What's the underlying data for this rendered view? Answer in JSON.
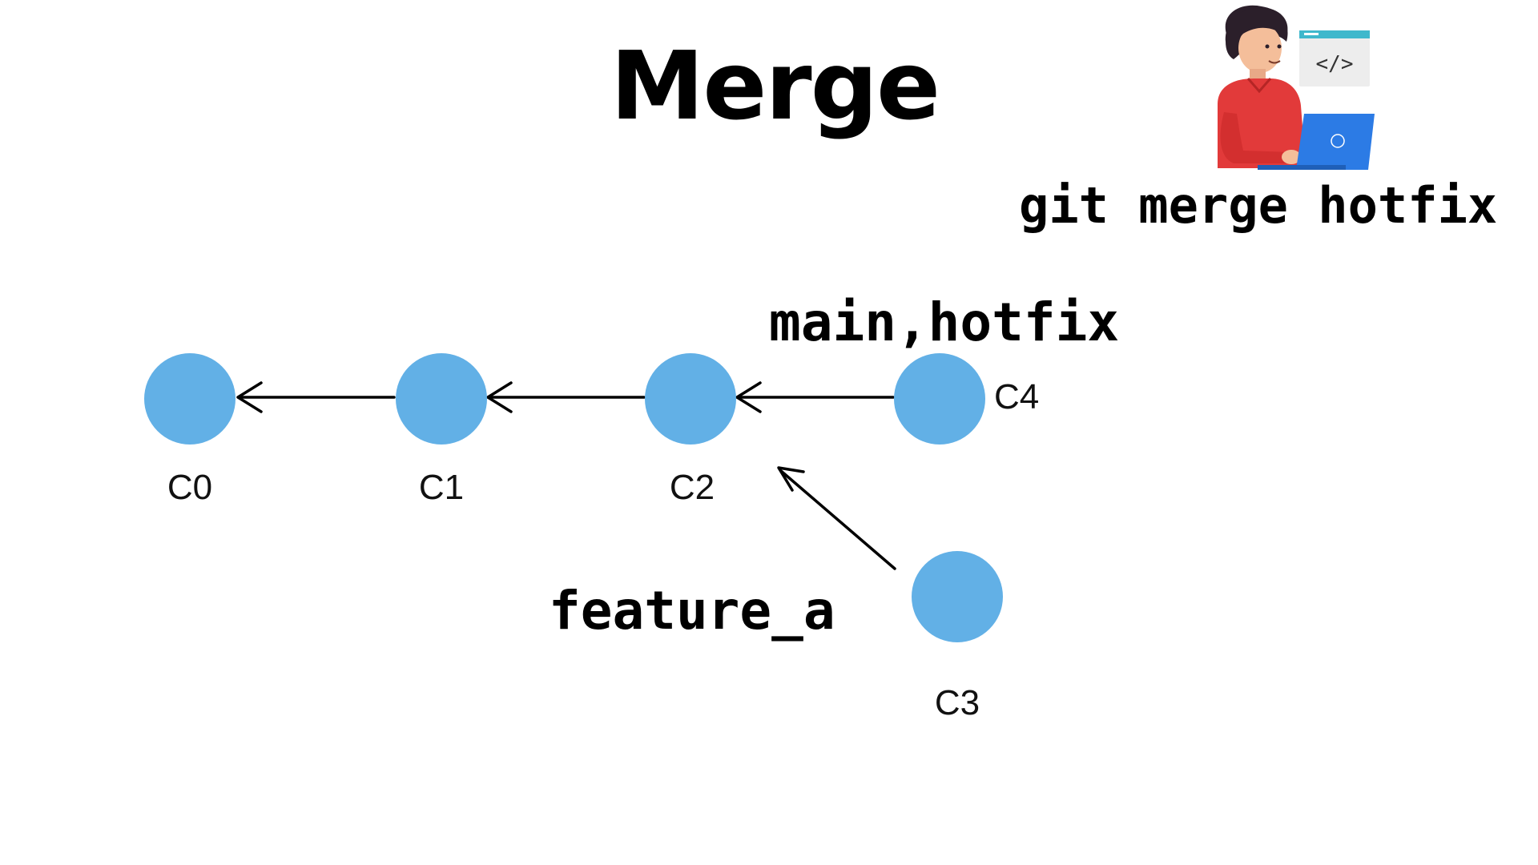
{
  "title": "Merge",
  "command": "git merge hotfix",
  "branch_labels": {
    "main_hotfix": "main,hotfix",
    "feature_a": "feature_a"
  },
  "commits": {
    "c0": "C0",
    "c1": "C1",
    "c2": "C2",
    "c3": "C3",
    "c4": "C4"
  },
  "colors": {
    "node": "#62B0E6",
    "shirt": "#E23A3A",
    "laptop": "#2C7BE5",
    "code_window_bar": "#3FB8CC"
  },
  "icons": {
    "developer": "developer-illustration",
    "code_window": "code-window-icon",
    "laptop": "laptop-icon"
  },
  "code_symbol": "</>"
}
